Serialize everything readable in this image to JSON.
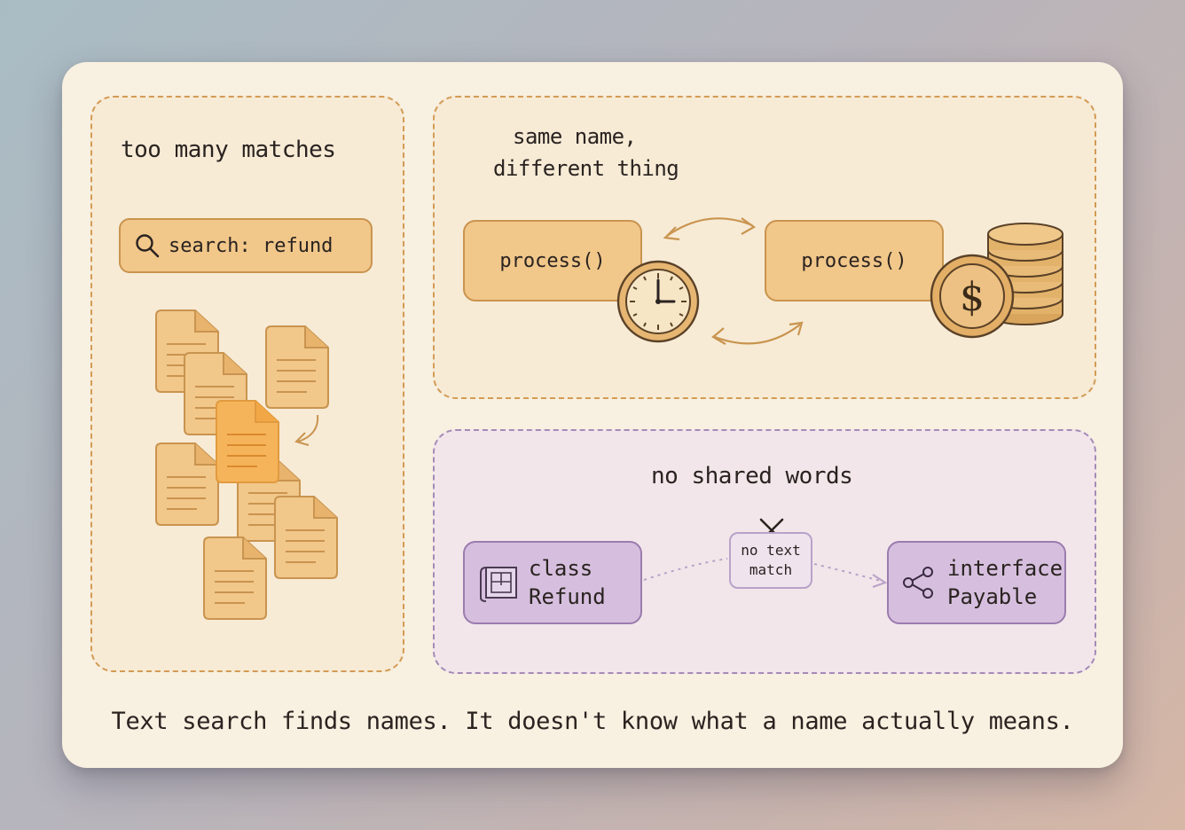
{
  "panels": {
    "left": {
      "title": "too many matches",
      "search_label": "search: refund"
    },
    "top_right": {
      "title_line1": "same name,",
      "title_line2": "different thing",
      "box_left_label": "process()",
      "box_right_label": "process()"
    },
    "bottom_right": {
      "title": "no shared words",
      "class_line1": "class",
      "class_line2": "Refund",
      "interface_line1": "interface",
      "interface_line2": "Payable",
      "nomatch_line1": "no text",
      "nomatch_line2": "match"
    }
  },
  "caption": "Text search finds names. It doesn't know what a name actually means.",
  "icons": [
    "search-icon",
    "document-icon",
    "clock-icon",
    "coins-icon",
    "dollar-icon",
    "blueprint-icon",
    "share-icon",
    "cross-icon",
    "arrow-icon"
  ],
  "colors": {
    "card": "#f8f0e0",
    "orange_fill": "#f1c78a",
    "orange_stroke": "#c9944f",
    "highlight_doc": "#f6b45a",
    "purple_fill": "#d6bfde",
    "purple_stroke": "#9b7cae"
  }
}
